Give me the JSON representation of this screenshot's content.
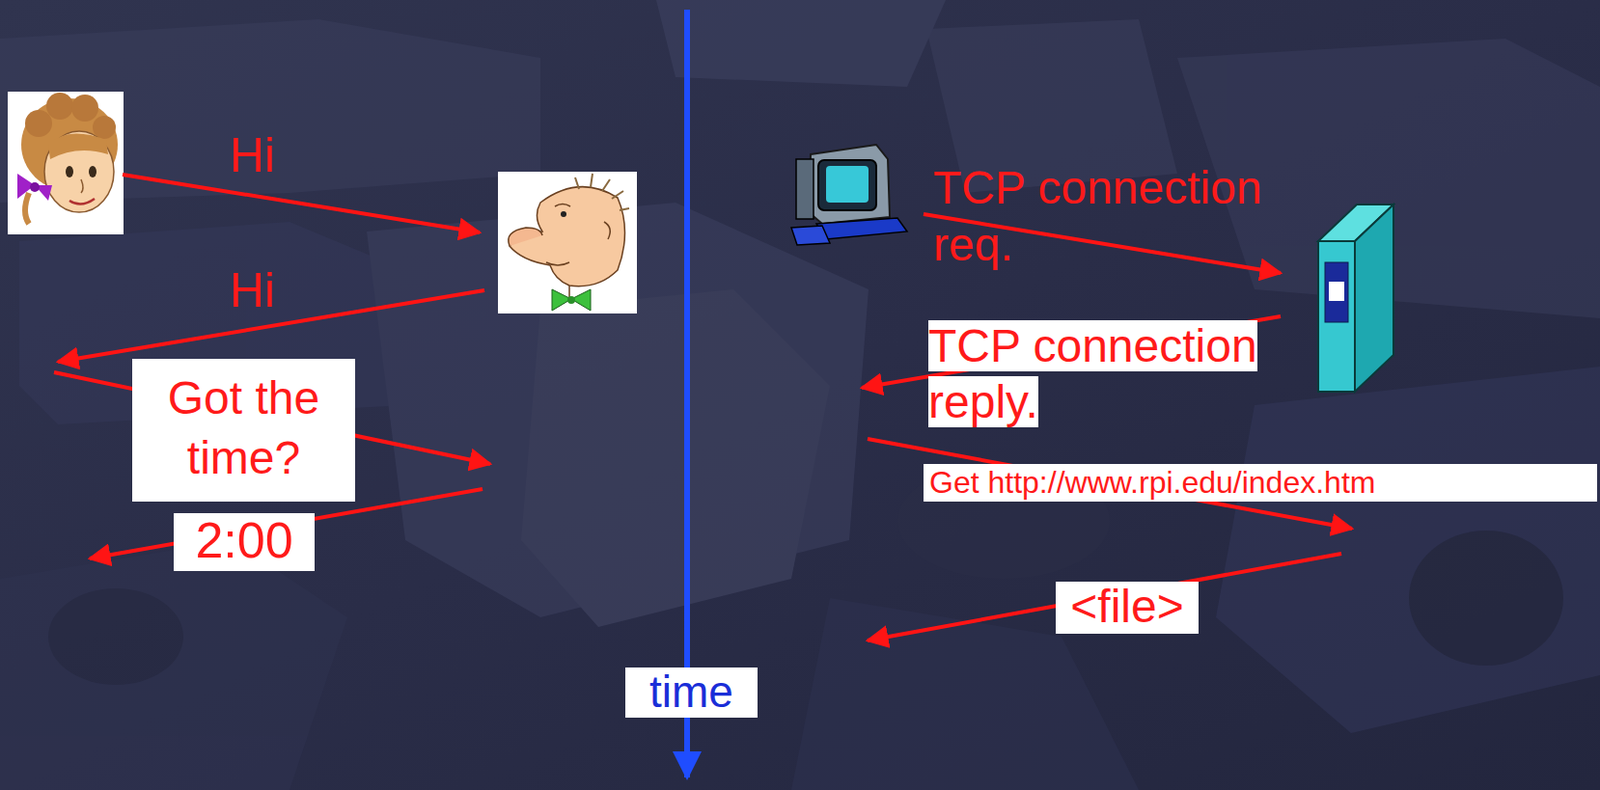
{
  "diagram": {
    "labels": [
      "Hi",
      "Hi",
      "Got the time?",
      "2:00",
      "TCP connection req.",
      "TCP connection reply.",
      "Get http://www.rpi.edu/index.htm",
      "<file>",
      "time"
    ]
  }
}
